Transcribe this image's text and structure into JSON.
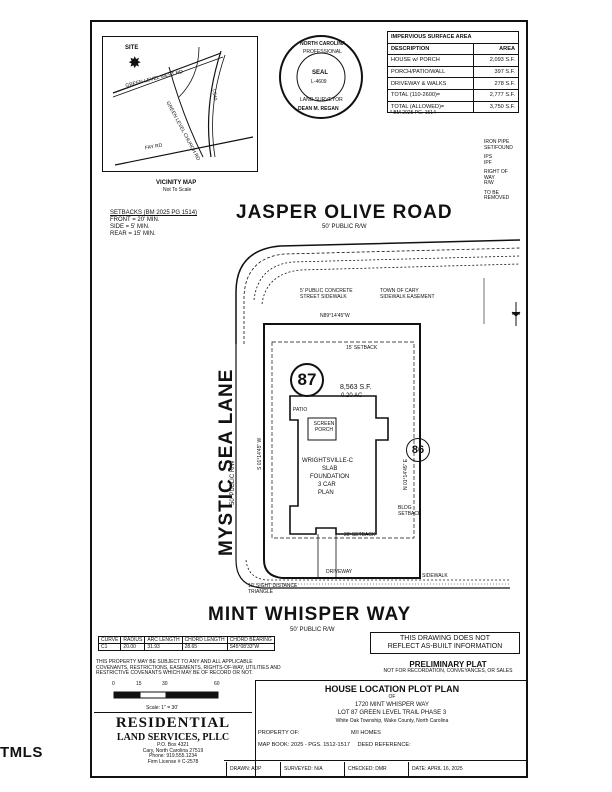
{
  "corner_mark": "TMLS",
  "vicinity_map": {
    "title": "VICINITY MAP",
    "subtitle": "Not To Scale",
    "site_label": "SITE",
    "street_labels": [
      "GREEN LEVEL WEST RD",
      "GREEN LEVEL CHURCH RD",
      "I-540",
      "FAY RD"
    ]
  },
  "seal": {
    "ring_top": "NORTH CAROLINA",
    "ring_middle": "PROFESSIONAL",
    "center": "SEAL",
    "number": "L-4609",
    "ring_bottom": "LAND SURVEYOR",
    "name": "DEAN M. REGAN"
  },
  "area_table": {
    "title": "IMPERVIOUS SURFACE AREA",
    "headers": [
      "DESCRIPTION",
      "AREA"
    ],
    "rows": [
      {
        "label": "HOUSE w/ PORCH",
        "value": "2,093 S.F."
      },
      {
        "label": "PORCH/PATIO/WALL",
        "value": "397 S.F."
      },
      {
        "label": "DRIVEWAY & WALKS",
        "value": "278 S.F."
      },
      {
        "label": "TOTAL (110-2600)=",
        "value": "2,777 S.F."
      },
      {
        "label": "TOTAL (ALLOWED)=",
        "value": "3,750 S.F."
      }
    ],
    "reference": "* BM 2025 PG. 1514"
  },
  "legend_right": [
    "IRON PIPE",
    "SET/FOUND",
    "IPS",
    "IPF",
    "RIGHT OF WAY",
    "R/W",
    "TO BE REMOVED"
  ],
  "setbacks": {
    "title": "SETBACKS (BM 2025 PG 1514)",
    "front": "FRONT = 20' MIN.",
    "side": "SIDE = 5' MIN.",
    "rear": "REAR = 15' MIN."
  },
  "roads": {
    "north_name": "JASPER OLIVE ROAD",
    "north_rw": "50' PUBLIC R/W",
    "west_name": "MYSTIC SEA LANE",
    "west_rw": "50' PUBLIC R/W",
    "south_name": "MINT WHISPER WAY",
    "south_rw": "50' PUBLIC R/W"
  },
  "plot_labels": {
    "street_buffer": "5' PUBLIC CONCRETE STREET SIDEWALK",
    "town_easement": "TOWN OF CARY SIDEWALK EASEMENT",
    "top_bearing": "N89°14'45\"W",
    "right_bearing": "N 01°14'45\" E",
    "left_bearing": "S 01°14'45\" W",
    "rear_setback": "15' SETBACK",
    "lot_number": "87",
    "neighbor_lot": "86",
    "lot_area": "8,563 S.F.",
    "lot_area_ac": "0.20 AC",
    "house_text_1": "WRIGHTSVILLE-C",
    "house_text_2": "SLAB",
    "house_text_3": "FOUNDATION",
    "house_text_4": "3 CAR",
    "house_text_5": "PLAN",
    "patio": "PATIO",
    "porch": "SCREEN PORCH",
    "front_setback": "20' SETBACK",
    "driveway": "DRIVEWAY",
    "sidewalk": "SIDEWALK",
    "sight_triangle": "10' SIGHT DISTANCE TRIANGLE",
    "bldg_setback": "BLDG SETBACK"
  },
  "curve_table": {
    "headers": [
      "CURVE",
      "RADIUS",
      "ARC LENGTH",
      "CHORD LENGTH",
      "CHORD BEARING"
    ],
    "row": [
      "C1",
      "20.00",
      "31.93",
      "28.65",
      "S45°08'33\"W"
    ]
  },
  "notes": [
    "THIS PROPERTY MAY BE SUBJECT TO ANY AND ALL APPLICABLE",
    "COVENANTS, RESTRICTIONS, EASEMENTS, RIGHTS-OF-WAY, UTILITIES AND",
    "RESTRICTIVE COVENANTS WHICH MAY BE OF RECORD OR NOT."
  ],
  "scale_bar": {
    "ticks": [
      "0",
      "15",
      "30",
      "60"
    ],
    "label": "Scale: 1\" = 30'"
  },
  "disclaimer": {
    "line1": "THIS DRAWING DOES NOT",
    "line2": "REFLECT AS-BUILT INFORMATION"
  },
  "preliminary": {
    "title": "PRELIMINARY PLAT",
    "note": "NOT FOR RECORDATION, CONVEYANCES, OR SALES"
  },
  "company": {
    "name": "RESIDENTIAL",
    "name2": "LAND SERVICES, PLLC",
    "address": [
      "P.O. Box 4321",
      "Cary, North Carolina 27519",
      "Phone: 919.555.1234",
      "Firm License # C-2578"
    ]
  },
  "title_block": {
    "title": "HOUSE LOCATION PLOT PLAN",
    "for_word": "OF",
    "address": "1720 MINT WHISPER WAY",
    "lot_line": "LOT 87 GREEN LEVEL TRAIL PHASE 3",
    "location": "White Oak Township, Wake County, North Carolina",
    "property_of_label": "PROPERTY OF:",
    "property_of": "M/I HOMES",
    "map_book_label": "MAP BOOK:",
    "map_book": "2025 - PGS. 1512-1517",
    "deed_ref_label": "DEED REFERENCE:",
    "deed_ref": "",
    "drawn_label": "DRAWN:",
    "drawn": "ADP",
    "surveyed_label": "SURVEYED:",
    "surveyed": "N/A",
    "checked_label": "CHECKED:",
    "checked": "DMR",
    "date_label": "DATE:",
    "date": "APRIL 16, 2025"
  }
}
